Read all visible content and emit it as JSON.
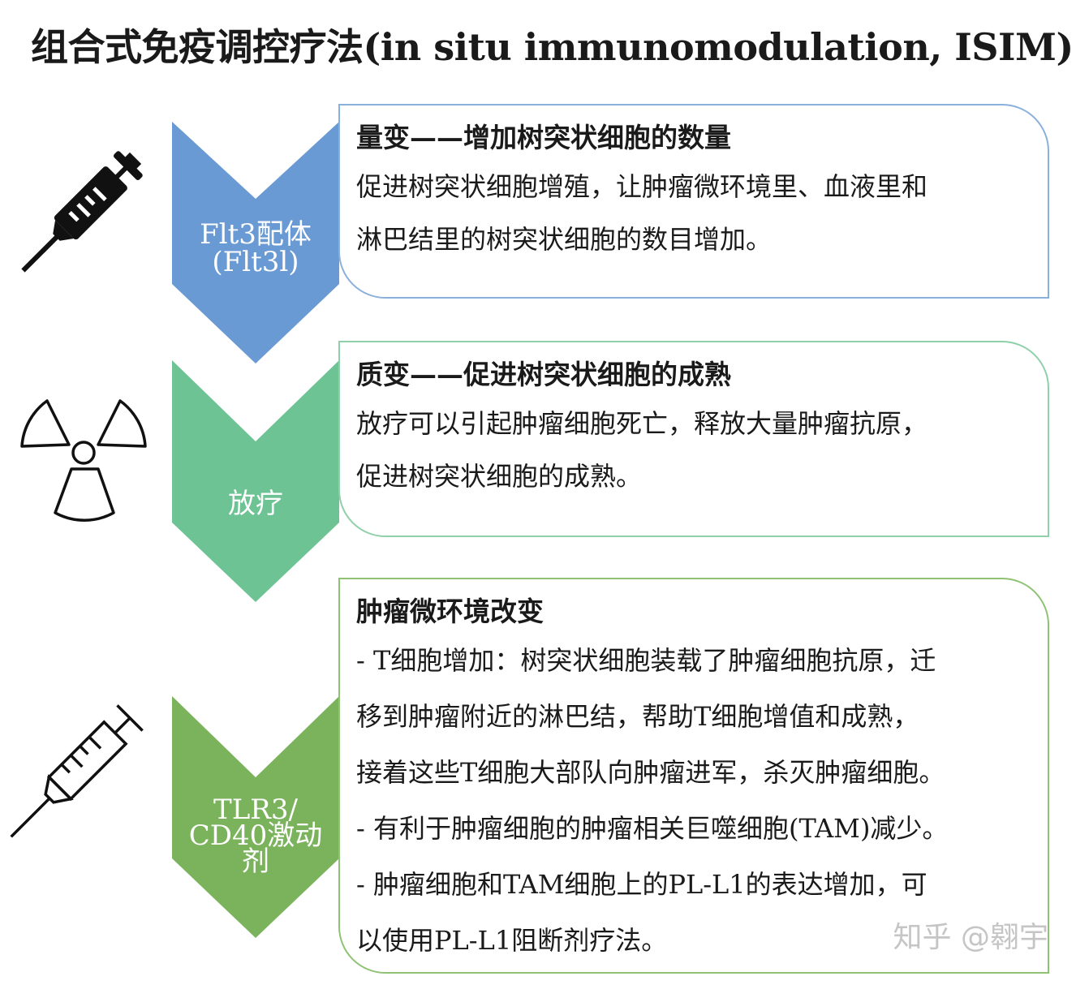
{
  "title": "组合式免疫调控疗法(in situ immunomodulation, ISIM)",
  "steps": [
    {
      "icon": "syringe-icon",
      "chevron_label_lines": [
        "Flt3配体",
        "(Flt3l)"
      ],
      "chevron_color": "#6a9ad3",
      "heading": "量变——增加树突状细胞的数量",
      "lines": [
        "促进树突状细胞增殖，让肿瘤微环境里、血液里和",
        "淋巴结里的树突状细胞的数目增加。"
      ]
    },
    {
      "icon": "radiation-icon",
      "chevron_label_lines": [
        "放疗"
      ],
      "chevron_color": "#6ec394",
      "heading": "质变——促进树突状细胞的成熟",
      "lines": [
        "放疗可以引起肿瘤细胞死亡，释放大量肿瘤抗原，",
        "促进树突状细胞的成熟。"
      ]
    },
    {
      "icon": "syringe-outline-icon",
      "chevron_label_lines": [
        "TLR3/",
        "CD40激动",
        "剂"
      ],
      "chevron_color": "#7bb35c",
      "heading": "肿瘤微环境改变",
      "lines": [
        "- T细胞增加：树突状细胞装载了肿瘤细胞抗原，迁",
        "移到肿瘤附近的淋巴结，帮助T细胞增值和成熟，",
        "接着这些T细胞大部队向肿瘤进军，杀灭肿瘤细胞。",
        "- 有利于肿瘤细胞的肿瘤相关巨噬细胞(TAM)减少。",
        "- 肿瘤细胞和TAM细胞上的PL-L1的表达增加，可",
        "以使用PL-L1阻断剂疗法。"
      ]
    }
  ],
  "watermark": "知乎 @翱宇"
}
